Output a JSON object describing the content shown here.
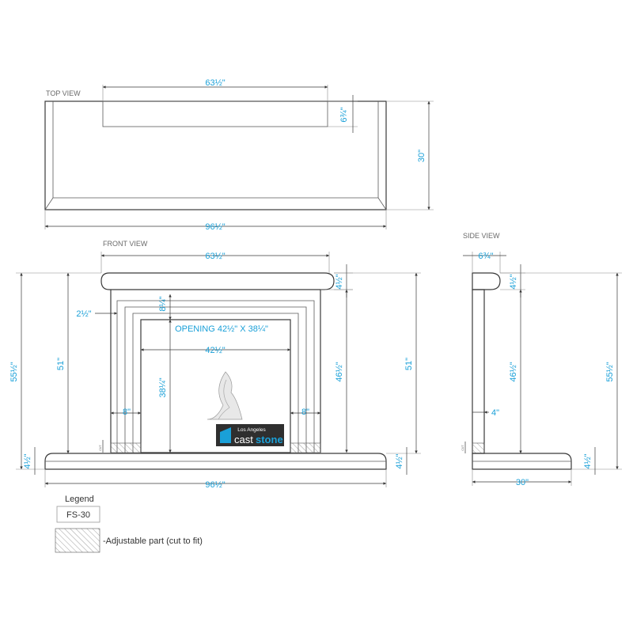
{
  "views": {
    "top": "TOP VIEW",
    "front": "FRONT VIEW",
    "side": "SIDE VIEW"
  },
  "dimensions": {
    "top_width": "63½\"",
    "top_depth": "6¾\"",
    "top_overall_depth": "30\"",
    "top_overall_width": "96½\"",
    "front_shelf_width": "63½\"",
    "front_shelf_height": "4½\"",
    "front_step": "2½\"",
    "front_inner_step": "8¼\"",
    "opening": "OPENING 42½\" X 38¼\"",
    "opening_width": "42½\"",
    "opening_height": "38¼\"",
    "leg_width_left": "8\"",
    "leg_width_right": "8\"",
    "leg_height": "46½\"",
    "overall_height_left": "55½\"",
    "height_51_left": "51\"",
    "height_51_right": "51\"",
    "hearth_height_left": "4½\"",
    "hearth_height_right": "4½\"",
    "hearth_width": "96½\"",
    "cut": "CUT",
    "side_shelf_depth": "6¾\"",
    "side_shelf_height": "4½\"",
    "side_leg_depth": "4\"",
    "side_leg_height": "46½\"",
    "side_overall_height": "55½\"",
    "side_hearth_height": "4½\"",
    "side_hearth_depth": "30\""
  },
  "logo": {
    "line1": "Los Angeles",
    "word1": "cast",
    "word2": "stone"
  },
  "legend": {
    "title": "Legend",
    "code": "FS-30",
    "adjustable": "-Adjustable part (cut to fit)"
  },
  "colors": {
    "dimension_text": "#1aa0d8",
    "line": "#3a3a3a",
    "logo_bg": "#2f2f2f",
    "logo_accent": "#1aa0d8"
  },
  "icons": {
    "fire": "flame-outline-icon",
    "logo": "caststone-logo-icon"
  }
}
